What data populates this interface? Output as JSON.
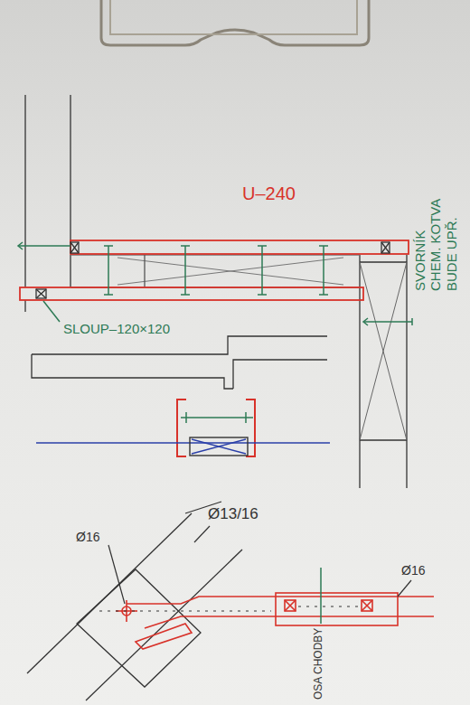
{
  "diagram": {
    "labels": [
      "U–240",
      "SLOUP–120×120",
      "SVORNÍK CHEM. KOTVA BUDE UPŘ.",
      "Ø16",
      "Ø13/16",
      "Ø16",
      "OSA CHODBY"
    ]
  }
}
